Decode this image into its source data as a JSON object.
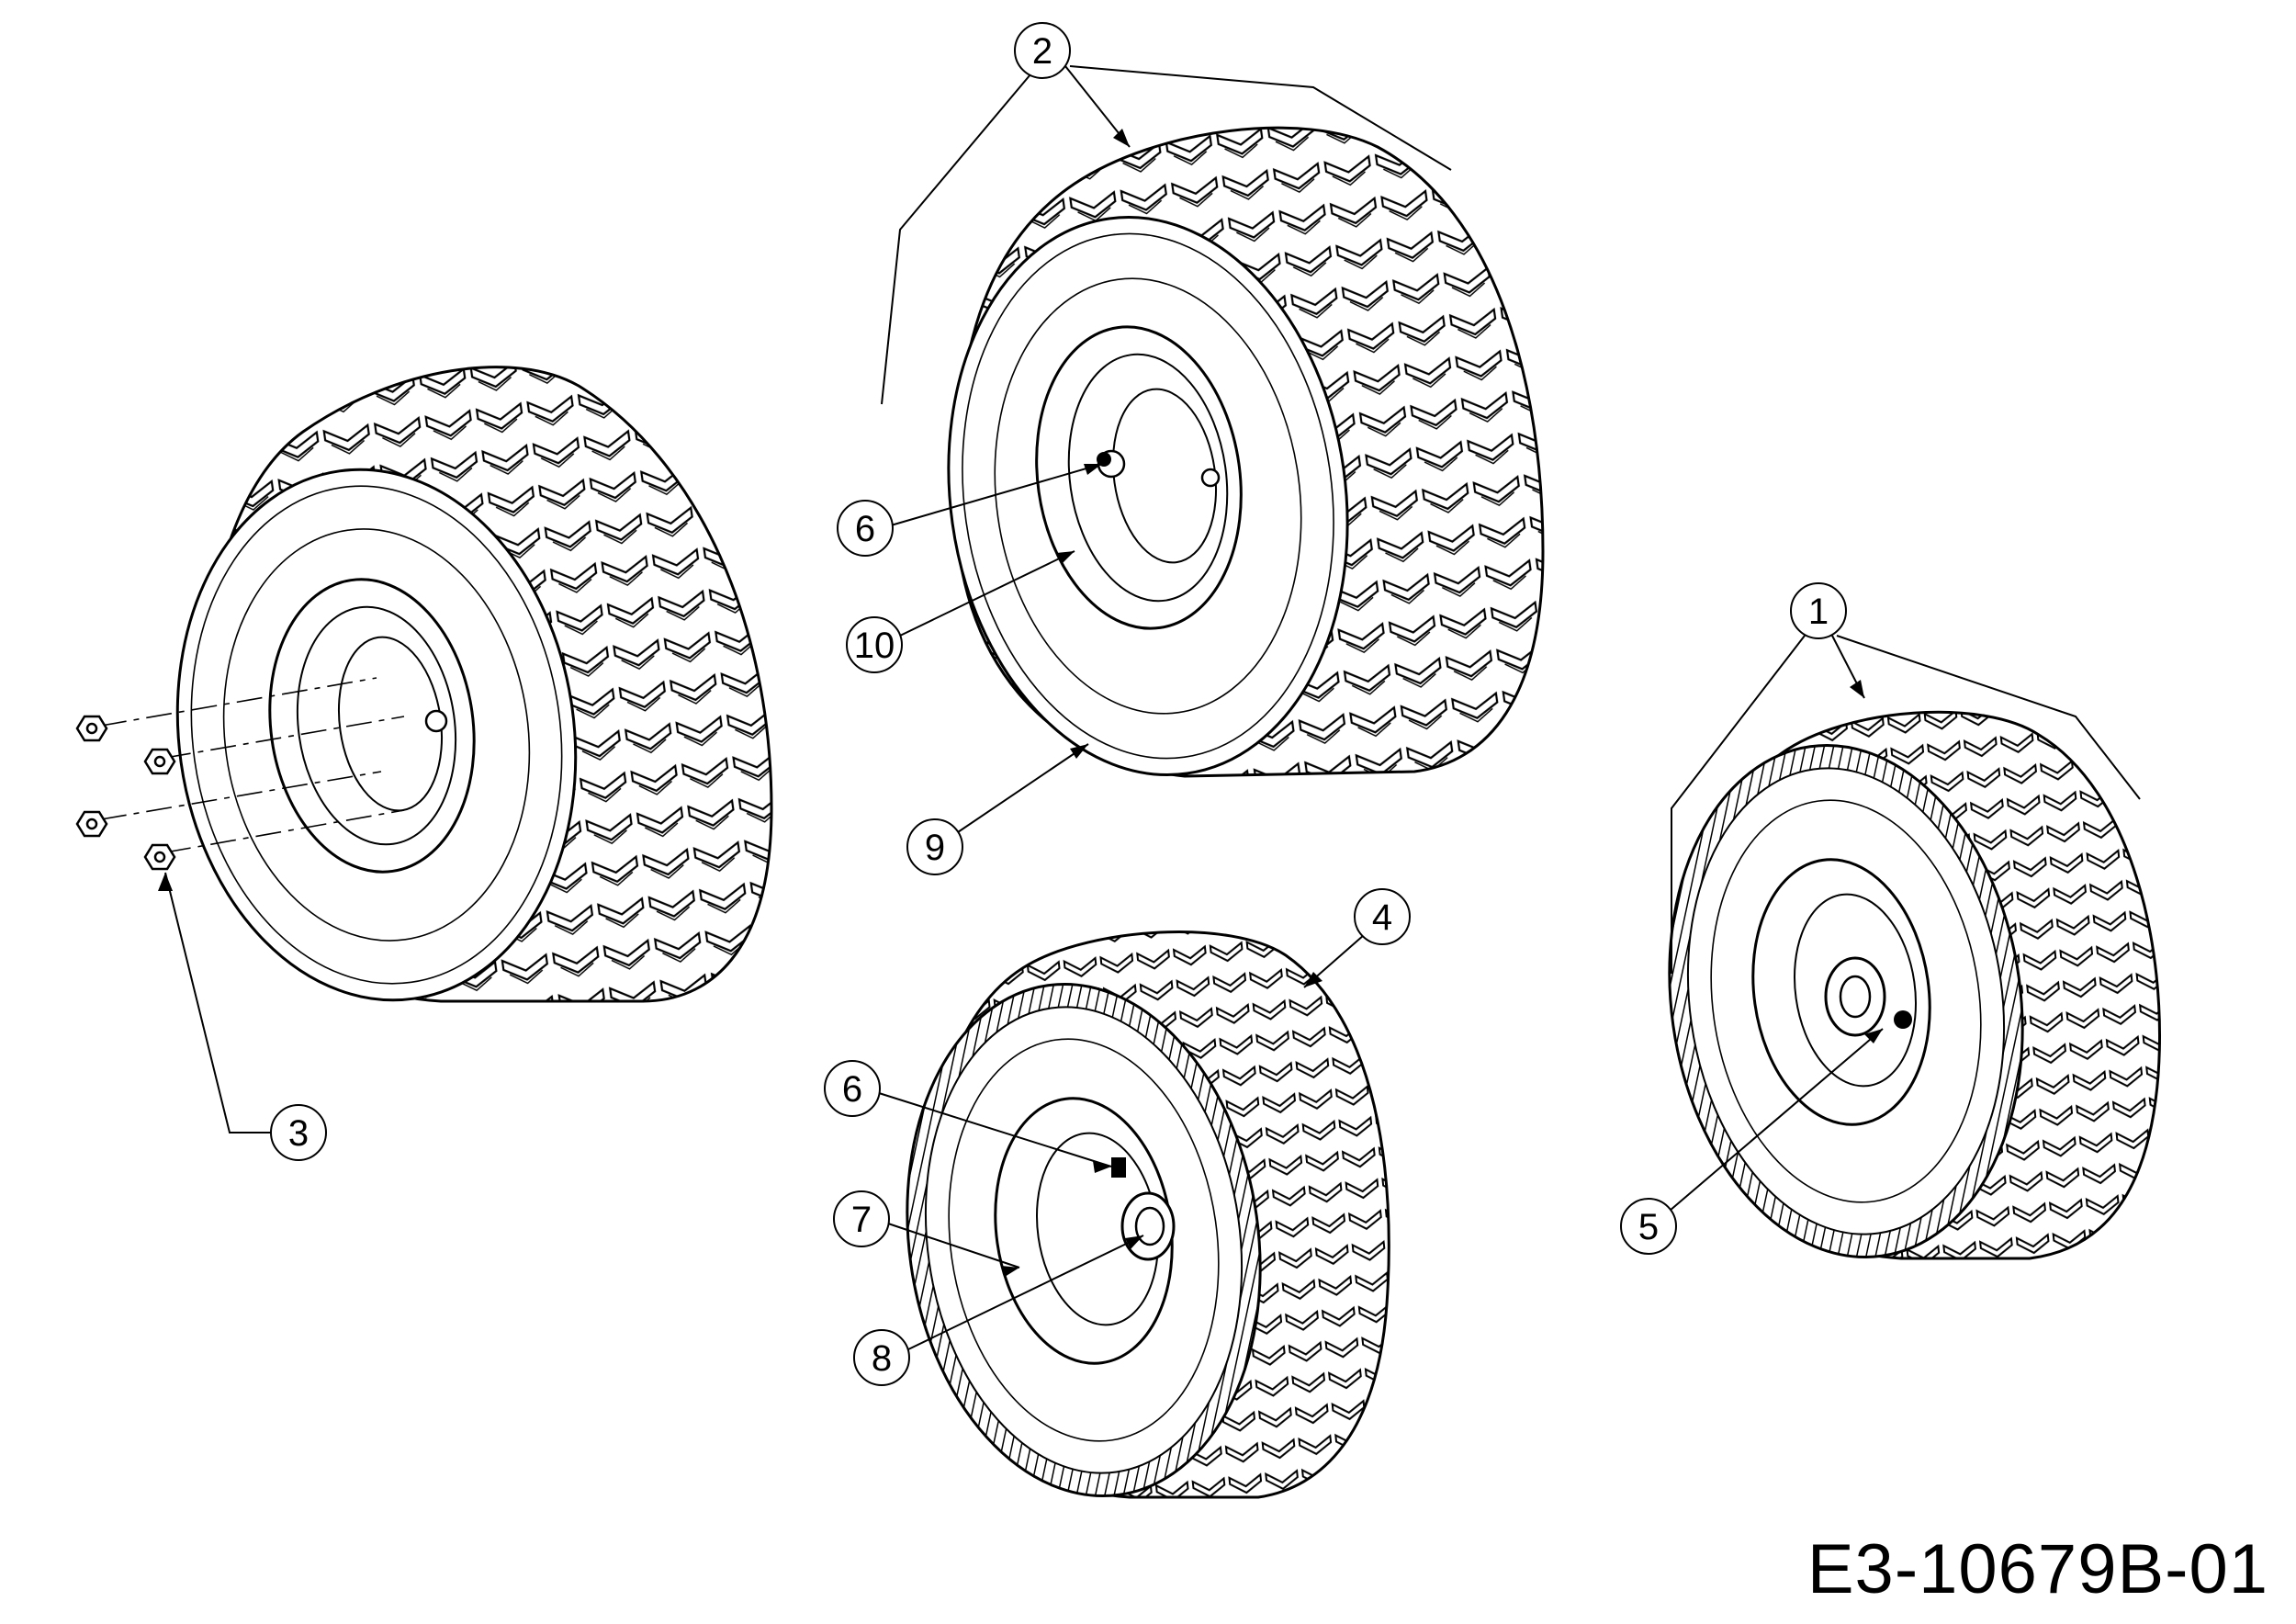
{
  "diagram": {
    "drawing_code": "E3-10679B-01",
    "callouts": [
      {
        "id": "c1",
        "label": "1"
      },
      {
        "id": "c2",
        "label": "2"
      },
      {
        "id": "c3",
        "label": "3"
      },
      {
        "id": "c4",
        "label": "4"
      },
      {
        "id": "c5",
        "label": "5"
      },
      {
        "id": "c6a",
        "label": "6"
      },
      {
        "id": "c6b",
        "label": "6"
      },
      {
        "id": "c7",
        "label": "7"
      },
      {
        "id": "c8",
        "label": "8"
      },
      {
        "id": "c9",
        "label": "9"
      },
      {
        "id": "c10",
        "label": "10"
      }
    ],
    "colors": {
      "ink": "#000000",
      "paper": "#ffffff"
    }
  }
}
